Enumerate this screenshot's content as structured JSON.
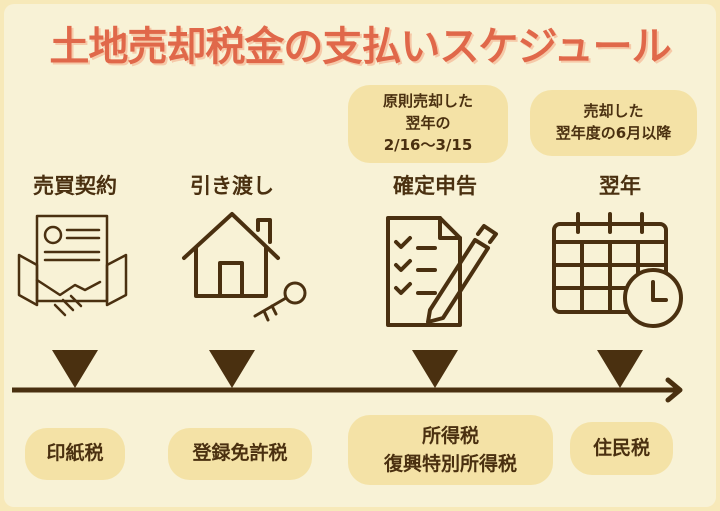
{
  "title": "土地売却税金の支払いスケジュール",
  "colors": {
    "title": "#e0684a",
    "ink": "#4a3010",
    "pill": "#f4e2a6",
    "background": "#f8f2d6"
  },
  "notes": [
    {
      "lines": [
        "原則売却した",
        "翌年の",
        "2/16〜3/15"
      ]
    },
    {
      "lines": [
        "売却した",
        "翌年度の6月以降"
      ]
    }
  ],
  "steps": [
    {
      "label": "売買契約",
      "icon": "contract-handshake-icon",
      "taxes": [
        "印紙税"
      ]
    },
    {
      "label": "引き渡し",
      "icon": "house-key-icon",
      "taxes": [
        "登録免許税"
      ]
    },
    {
      "label": "確定申告",
      "icon": "document-pen-icon",
      "taxes": [
        "所得税",
        "復興特別所得税"
      ]
    },
    {
      "label": "翌年",
      "icon": "calendar-clock-icon",
      "taxes": [
        "住民税"
      ]
    }
  ]
}
